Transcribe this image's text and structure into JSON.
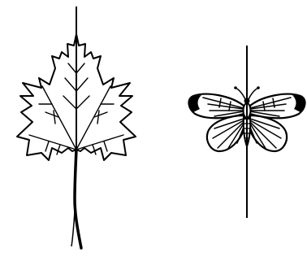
{
  "figure": {
    "illustrations": [
      {
        "id": "maple-leaf",
        "depicts": "maple leaf",
        "symmetry_line": true
      },
      {
        "id": "butterfly",
        "depicts": "butterfly",
        "symmetry_line": true
      }
    ],
    "colors": {
      "ink": "#000000",
      "paper": "#ffffff"
    }
  }
}
